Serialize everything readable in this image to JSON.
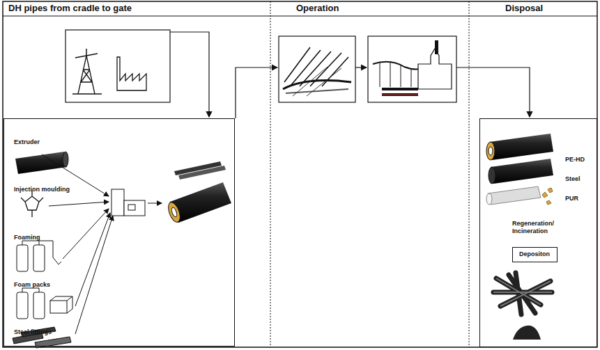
{
  "diagram": {
    "nodes": [
      {
        "text": [
          "Extruder",
          "Injection moulding",
          "Foaming",
          "Foam packs",
          "Steel fittings"
        ]
      },
      {
        "text": [
          "PE-HD",
          "Steel",
          "PUR",
          "Regeneration/ Incineration"
        ]
      },
      {
        "text": [
          "Depositon"
        ],
        "in": 1
      }
    ],
    "labels": [
      "DH pipes from cradle to gate",
      "Operation",
      "Disposal"
    ]
  }
}
